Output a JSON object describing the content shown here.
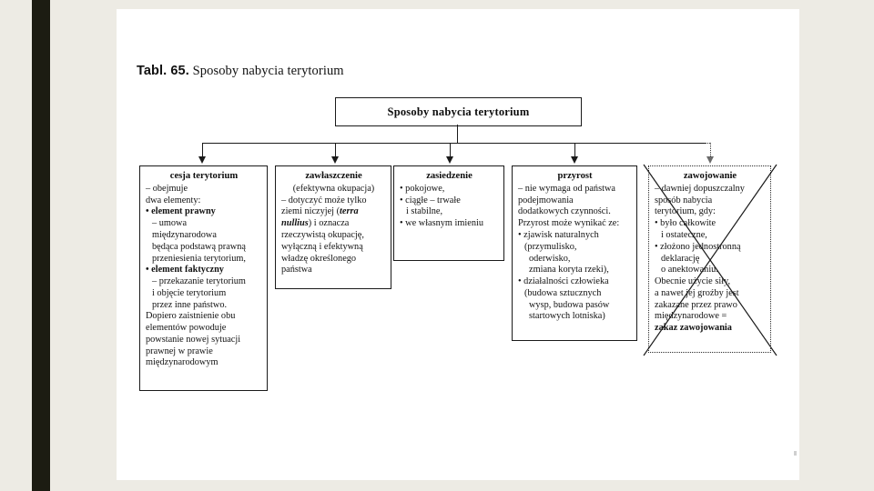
{
  "slide": {
    "title_number": "Tabl. 65.",
    "title_text": " Sposoby nabycia terytorium"
  },
  "diagram": {
    "type": "flowchart",
    "root": {
      "label": "Sposoby nabycia terytorium",
      "name": "root-node"
    },
    "connector_style": {
      "solid_color": "#1a1a1a",
      "dotted_color": "#2b2b2b",
      "note": "branch 5 connector and border are dotted"
    },
    "nodes": [
      {
        "id": "cesja",
        "heading": "cesja terytorium",
        "border": "solid",
        "lines": [
          {
            "text": "– obejmuje",
            "style": "plain",
            "indent": 0
          },
          {
            "text": "dwa elementy:",
            "style": "plain",
            "indent": 0
          },
          {
            "text": "• element prawny",
            "style": "bold",
            "indent": 0
          },
          {
            "text": "– umowa",
            "style": "plain",
            "indent": 1
          },
          {
            "text": "międzynarodowa",
            "style": "plain",
            "indent": 1
          },
          {
            "text": "będąca podstawą prawną",
            "style": "plain",
            "indent": 1
          },
          {
            "text": "przeniesienia terytorium,",
            "style": "plain",
            "indent": 1
          },
          {
            "text": "• element faktyczny",
            "style": "bold",
            "indent": 0
          },
          {
            "text": "– przekazanie terytorium",
            "style": "plain",
            "indent": 1
          },
          {
            "text": "i objęcie terytorium",
            "style": "plain",
            "indent": 1
          },
          {
            "text": "przez inne państwo.",
            "style": "plain",
            "indent": 1
          },
          {
            "text": "Dopiero zaistnienie obu",
            "style": "plain",
            "indent": 0
          },
          {
            "text": "elementów powoduje",
            "style": "plain",
            "indent": 0
          },
          {
            "text": "powstanie nowej sytuacji",
            "style": "plain",
            "indent": 0
          },
          {
            "text": "prawnej w prawie",
            "style": "plain",
            "indent": 0
          },
          {
            "text": "międzynarodowym",
            "style": "plain",
            "indent": 0
          }
        ]
      },
      {
        "id": "zawlaszczenie",
        "heading": "zawłaszczenie",
        "border": "solid",
        "lines": [
          {
            "text": "(efektywna okupacja)",
            "style": "center",
            "indent": 0
          },
          {
            "text": "– dotyczyć może tylko",
            "style": "plain",
            "indent": 0
          },
          {
            "text": "ziemi niczyjej (terra",
            "style": "mixed-terra",
            "indent": 0
          },
          {
            "text": "nullius) i oznacza",
            "style": "mixed-nullius",
            "indent": 0
          },
          {
            "text": "rzeczywistą okupację,",
            "style": "plain",
            "indent": 0
          },
          {
            "text": "wyłączną i efektywną",
            "style": "plain",
            "indent": 0
          },
          {
            "text": "władzę określonego",
            "style": "plain",
            "indent": 0
          },
          {
            "text": "państwa",
            "style": "plain",
            "indent": 0
          }
        ]
      },
      {
        "id": "zasiedzenie",
        "heading": "zasiedzenie",
        "border": "solid",
        "lines": [
          {
            "text": "• pokojowe,",
            "style": "plain",
            "indent": 0
          },
          {
            "text": "• ciągłe – trwałe",
            "style": "plain",
            "indent": 0
          },
          {
            "text": "i stabilne,",
            "style": "plain",
            "indent": 1
          },
          {
            "text": "• we własnym imieniu",
            "style": "plain",
            "indent": 0
          }
        ]
      },
      {
        "id": "przyrost",
        "heading": "przyrost",
        "border": "solid",
        "lines": [
          {
            "text": "– nie wymaga od państwa",
            "style": "plain",
            "indent": 0
          },
          {
            "text": "podejmowania",
            "style": "plain",
            "indent": 0
          },
          {
            "text": "dodatkowych czynności.",
            "style": "plain",
            "indent": 0
          },
          {
            "text": "Przyrost może wynikać ze:",
            "style": "plain",
            "indent": 0
          },
          {
            "text": "• zjawisk naturalnych",
            "style": "plain",
            "indent": 0
          },
          {
            "text": "(przymulisko,",
            "style": "plain",
            "indent": 1
          },
          {
            "text": "oderwisko,",
            "style": "plain",
            "indent": 2
          },
          {
            "text": "zmiana koryta rzeki),",
            "style": "plain",
            "indent": 2
          },
          {
            "text": "• działalności człowieka",
            "style": "plain",
            "indent": 0
          },
          {
            "text": "(budowa sztucznych",
            "style": "plain",
            "indent": 1
          },
          {
            "text": "wysp, budowa pasów",
            "style": "plain",
            "indent": 2
          },
          {
            "text": "startowych lotniska)",
            "style": "plain",
            "indent": 2
          }
        ]
      },
      {
        "id": "zawojowanie",
        "heading": "zawojowanie",
        "border": "dotted",
        "struck_out": true,
        "lines": [
          {
            "text": "– dawniej dopuszczalny",
            "style": "plain",
            "indent": 0
          },
          {
            "text": "sposób nabycia",
            "style": "plain",
            "indent": 0
          },
          {
            "text": "terytorium, gdy:",
            "style": "plain",
            "indent": 0
          },
          {
            "text": "• było całkowite",
            "style": "plain",
            "indent": 0
          },
          {
            "text": "i ostateczne,",
            "style": "plain",
            "indent": 1
          },
          {
            "text": "• złożono jednostronną",
            "style": "plain",
            "indent": 0
          },
          {
            "text": "deklarację",
            "style": "plain",
            "indent": 1
          },
          {
            "text": "o anektowaniu.",
            "style": "plain",
            "indent": 1
          },
          {
            "text": "Obecnie użycie siły,",
            "style": "plain",
            "indent": 0
          },
          {
            "text": "a nawet jej groźby jest",
            "style": "plain",
            "indent": 0
          },
          {
            "text": "zakazane przez prawo",
            "style": "plain",
            "indent": 0
          },
          {
            "text": "międzynarodowe =",
            "style": "plain",
            "indent": 0
          },
          {
            "text": "zakaz zawojowania",
            "style": "bold",
            "indent": 0
          }
        ]
      }
    ]
  }
}
